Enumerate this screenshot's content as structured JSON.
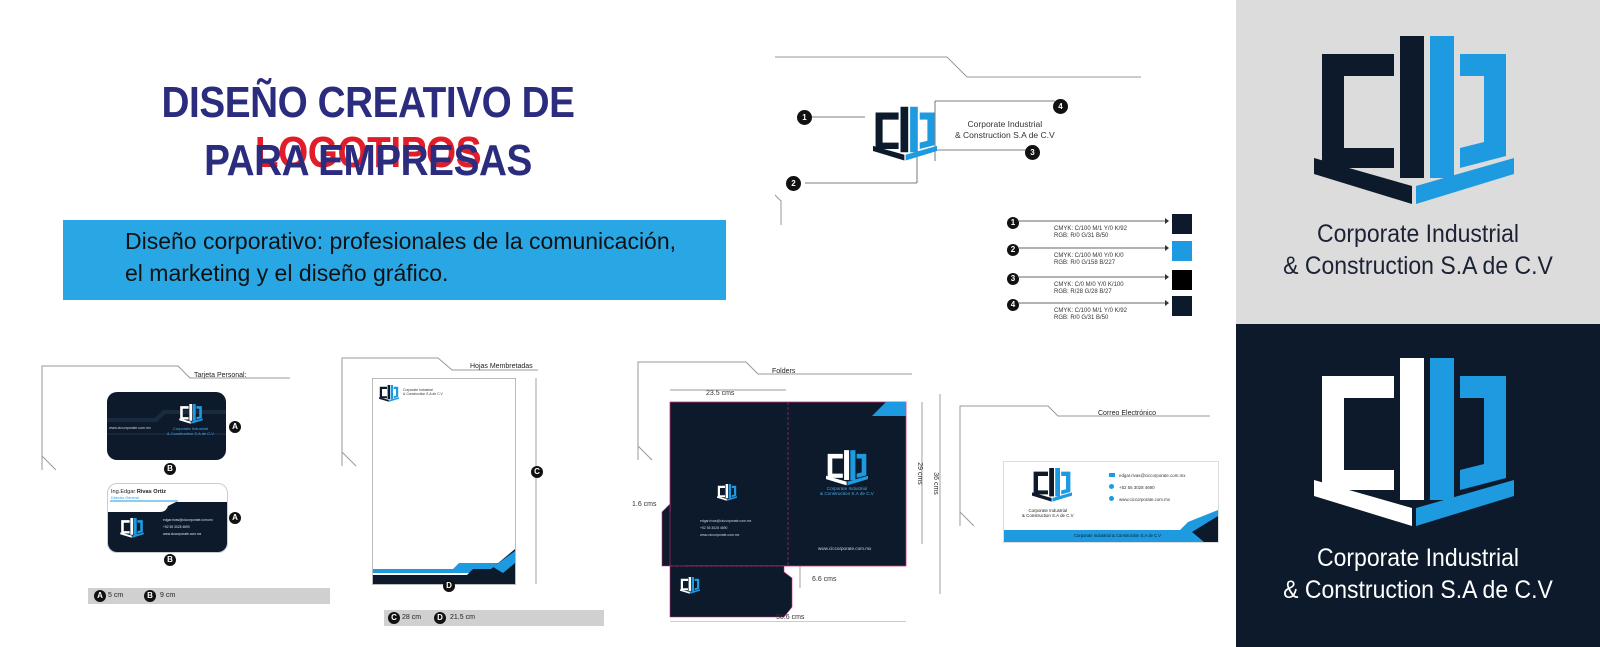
{
  "headline": {
    "line1_part1": "DISEÑO CREATIVO DE ",
    "line1_part2": "LOGOTIPOS",
    "line2": "PARA EMPRESAS"
  },
  "banner": {
    "line1": "Diseño corporativo: profesionales de la comunicación,",
    "line2": "el marketing y el diseño gráfico."
  },
  "brand": {
    "name_line1": "Corporate Industrial",
    "name_line2": "& Construction S.A de C.V",
    "small_line1": "Corporate Industrial",
    "small_line2": "& Construction S.A de C.V",
    "website": "www.ciccorporate.com.mx",
    "email": "edgar.rivas@ciccorporate.com.mx",
    "phone": "+52 55 3028 4690"
  },
  "colors": {
    "navy": "#0c1a2c",
    "blue": "#1e9be0",
    "black": "#000000",
    "title": "#2b2c7e",
    "red": "#e11d2a"
  },
  "logo_callouts": [
    "1",
    "2",
    "3",
    "4"
  ],
  "swatches": [
    {
      "num": "1",
      "cmyk": "CMYK:  C/100  M/1  Y/0  K/92",
      "rgb": "RGB:   R/0 G/31 B/50",
      "color": "#0c1a2c"
    },
    {
      "num": "2",
      "cmyk": "CMYK:  C/100  M/0  Y/0  K/0",
      "rgb": "RGB:   R/0 G/158 B/227",
      "color": "#1e9be0"
    },
    {
      "num": "3",
      "cmyk": "CMYK:  C/0  M/0  Y/0  K/100",
      "rgb": "RGB:   R/28 G/28 B/27",
      "color": "#000000"
    },
    {
      "num": "4",
      "cmyk": "CMYK:  C/100  M/1  Y/0  K/92",
      "rgb": "RGB:   R/0 G/31 B/50",
      "color": "#0c1a2c"
    }
  ],
  "business_card": {
    "label": "Tarjeta Personal:",
    "person_first": "Ing.Edgar ",
    "person_last": "Rivas Ortiz",
    "role": "Director General",
    "marker_a": "A",
    "marker_b": "B",
    "legend_a": "5 cm",
    "legend_b": "9 cm"
  },
  "letterhead": {
    "label": "Hojas Membretadas",
    "marker_c": "C",
    "marker_d": "D",
    "legend_c": "28 cm",
    "legend_d": "21.5 cm"
  },
  "folder": {
    "label": "Folders",
    "dim_width": "23.5 cms",
    "dim_height": "29 cms",
    "dim_full_height": "36 cms",
    "dim_flap": "1.6 cms",
    "dim_pocket": "6.6 cms",
    "dim_total": "50.6 cms"
  },
  "email_sig": {
    "label": "Correo Electrónico"
  }
}
